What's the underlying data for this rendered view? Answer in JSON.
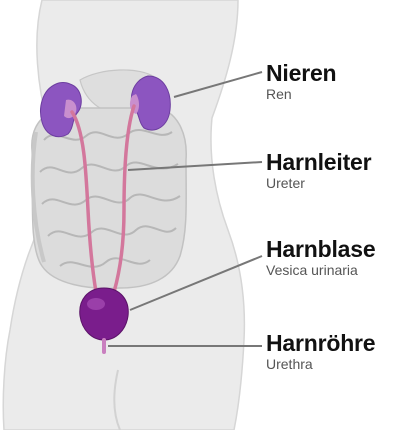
{
  "colors": {
    "background": "#ffffff",
    "body_fill": "#ebebeb",
    "body_outline": "#d6d6d6",
    "intestine": "#dcdcdc",
    "intestine_line": "#b7b7b7",
    "kidney": "#8c55c0",
    "kidney_inner": "#c98fce",
    "ureter": "#d3779c",
    "bladder": "#7a1d8c",
    "leader_line": "#777777",
    "label_primary": "#111111",
    "label_secondary": "#555555"
  },
  "labels": [
    {
      "id": "kidneys",
      "german": "Nieren",
      "latin": "Ren"
    },
    {
      "id": "ureters",
      "german": "Harnleiter",
      "latin": "Ureter"
    },
    {
      "id": "bladder",
      "german": "Harnblase",
      "latin": "Vesica urinaria"
    },
    {
      "id": "urethra",
      "german": "Harnröhre",
      "latin": "Urethra"
    }
  ]
}
